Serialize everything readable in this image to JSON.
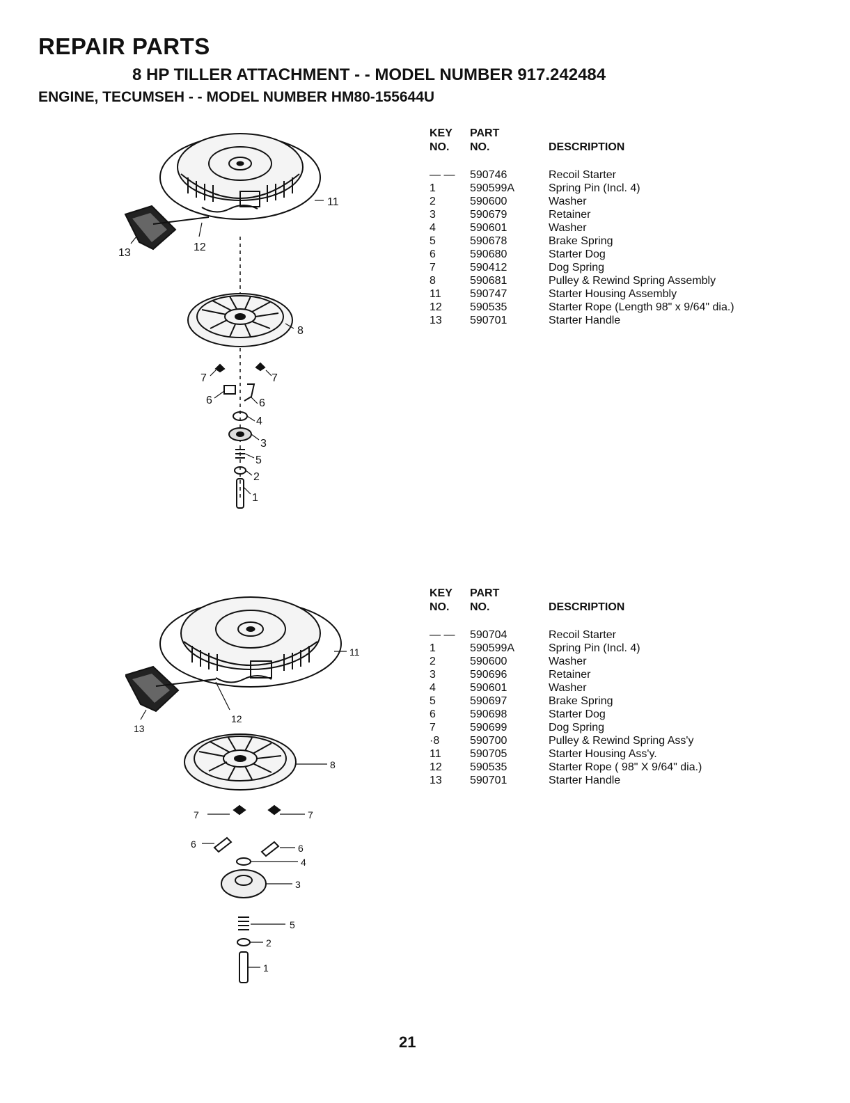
{
  "header": {
    "title": "REPAIR PARTS",
    "subtitle": "8 HP  TILLER ATTACHMENT - - MODEL NUMBER 917.242484",
    "engine_line": "ENGINE, TECUMSEH - - MODEL NUMBER HM80-155644U"
  },
  "columns": {
    "key1": "KEY",
    "key2": "NO.",
    "part1": "PART",
    "part2": "NO.",
    "desc": "DESCRIPTION"
  },
  "table1": [
    {
      "key": "— —",
      "part": "590746",
      "desc": "Recoil Starter"
    },
    {
      "key": "1",
      "part": "590599A",
      "desc": "Spring Pin (Incl. 4)"
    },
    {
      "key": "2",
      "part": "590600",
      "desc": "Washer"
    },
    {
      "key": "3",
      "part": "590679",
      "desc": "Retainer"
    },
    {
      "key": "4",
      "part": "590601",
      "desc": "Washer"
    },
    {
      "key": "5",
      "part": "590678",
      "desc": "Brake Spring"
    },
    {
      "key": "6",
      "part": "590680",
      "desc": "Starter Dog"
    },
    {
      "key": "7",
      "part": "590412",
      "desc": "Dog Spring"
    },
    {
      "key": "8",
      "part": "590681",
      "desc": "Pulley & Rewind Spring Assembly"
    },
    {
      "key": "11",
      "part": "590747",
      "desc": "Starter Housing Assembly"
    },
    {
      "key": "12",
      "part": "590535",
      "desc": "Starter Rope (Length 98\" x 9/64\" dia.)"
    },
    {
      "key": "13",
      "part": "590701",
      "desc": "Starter Handle"
    }
  ],
  "table2": [
    {
      "key": "— —",
      "part": "590704",
      "desc": "Recoil Starter"
    },
    {
      "key": "1",
      "part": "590599A",
      "desc": "Spring Pin (Incl. 4)"
    },
    {
      "key": "2",
      "part": "590600",
      "desc": "Washer"
    },
    {
      "key": "3",
      "part": "590696",
      "desc": "Retainer"
    },
    {
      "key": "4",
      "part": "590601",
      "desc": "Washer"
    },
    {
      "key": "5",
      "part": "590697",
      "desc": "Brake Spring"
    },
    {
      "key": "6",
      "part": "590698",
      "desc": "Starter Dog"
    },
    {
      "key": "7",
      "part": "590699",
      "desc": "Dog Spring"
    },
    {
      "key": "·8",
      "part": "590700",
      "desc": "Pulley & Rewind Spring Ass'y"
    },
    {
      "key": "11",
      "part": "590705",
      "desc": "Starter Housing Ass'y."
    },
    {
      "key": "12",
      "part": "590535",
      "desc": "Starter Rope ( 98\" X 9/64\" dia.)"
    },
    {
      "key": "13",
      "part": "590701",
      "desc": "Starter Handle"
    }
  ],
  "diagram1_labels": {
    "handle": "13",
    "rope": "12",
    "housing": "11",
    "pulley": "8",
    "dog_spring_l": "7",
    "dog_spring_r": "7",
    "dog_l": "6",
    "dog_r": "6",
    "washer_top": "4",
    "retainer": "3",
    "brake_spring": "5",
    "washer_bottom": "2",
    "pin": "1"
  },
  "diagram2_labels": {
    "handle": "13",
    "rope": "12",
    "housing": "11",
    "pulley": "8",
    "dog_spring_l": "7",
    "dog_spring_r": "7",
    "dog_l": "6",
    "dog_r": "6",
    "washer_top": "4",
    "retainer": "3",
    "brake_spring": "5",
    "washer_bottom": "2",
    "pin": "1"
  },
  "page_number": "21"
}
